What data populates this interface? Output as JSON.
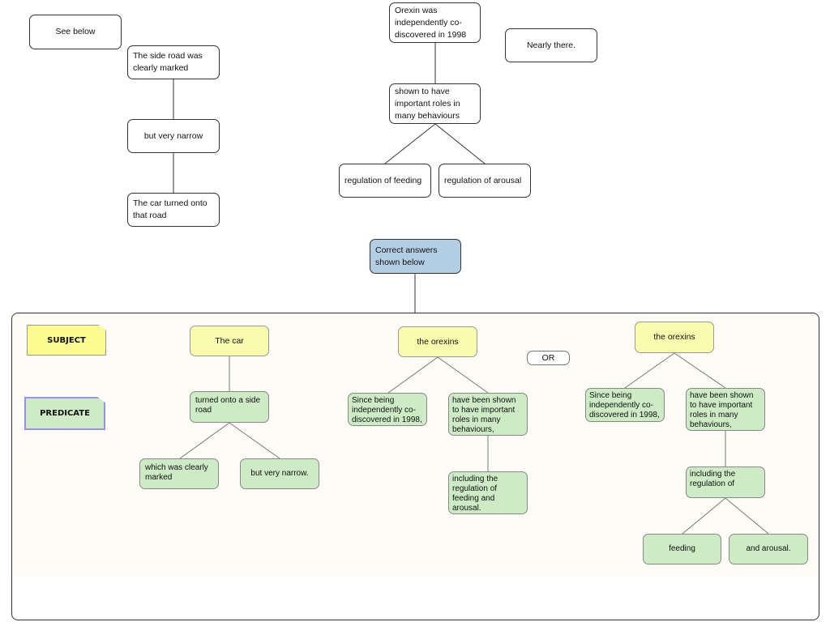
{
  "top": {
    "see_below": "See below",
    "side_road": "The side road was clearly marked",
    "narrow": "but very narrow",
    "car_turned": "The car turned onto that road",
    "orexin": "Orexin was independently co-discovered in 1998",
    "nearly": "Nearly there.",
    "shown": "shown to have important roles in many behaviours",
    "reg_feeding": "regulation of feeding",
    "reg_arousal": "regulation of arousal",
    "correct": "Correct answers shown below"
  },
  "legend": {
    "subject": "SUBJECT",
    "predicate": "PREDICATE"
  },
  "answers": {
    "car": "The car",
    "turned": "turned onto a side road",
    "marked": "which was clearly marked",
    "narrow": "but very narrow.",
    "orexins1": "the orexins",
    "since1": "Since being independently co-discovered in 1998,",
    "shown1": "have been shown to have important roles in many behaviours,",
    "including1": "including the regulation of feeding and arousal.",
    "or": "OR",
    "orexins2": "the orexins",
    "since2": "Since being independently co-discovered in 1998,",
    "shown2": "have been shown to have important roles in many behaviours,",
    "including2": "including the regulation of",
    "feeding": "feeding",
    "arousal": "and arousal."
  },
  "colors": {
    "subject": "#fbfbae",
    "predicate": "#cdebc5",
    "header": "#b3cde3"
  }
}
